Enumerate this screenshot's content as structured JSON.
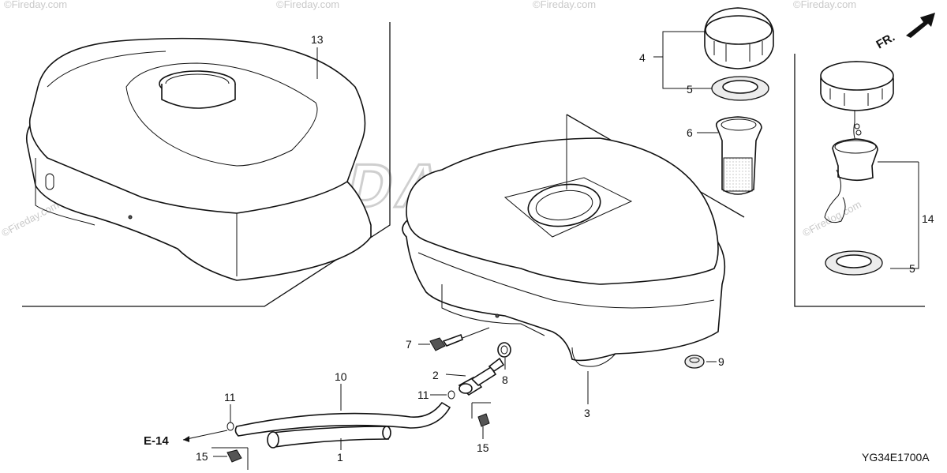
{
  "diagram": {
    "code": "YG34E1700A",
    "front_marker": "FR.",
    "reference": "E-14",
    "watermark": "©Fireday.com",
    "watermark_alt": "©Firedog.com",
    "brand_mark": "HONDA",
    "callouts": {
      "c1": "1",
      "c2": "2",
      "c3": "3",
      "c4": "4",
      "c5a": "5",
      "c5b": "5",
      "c6": "6",
      "c7": "7",
      "c8": "8",
      "c9": "9",
      "c10": "10",
      "c11a": "11",
      "c11b": "11",
      "c13": "13",
      "c14": "14",
      "c15a": "15",
      "c15b": "15"
    }
  }
}
